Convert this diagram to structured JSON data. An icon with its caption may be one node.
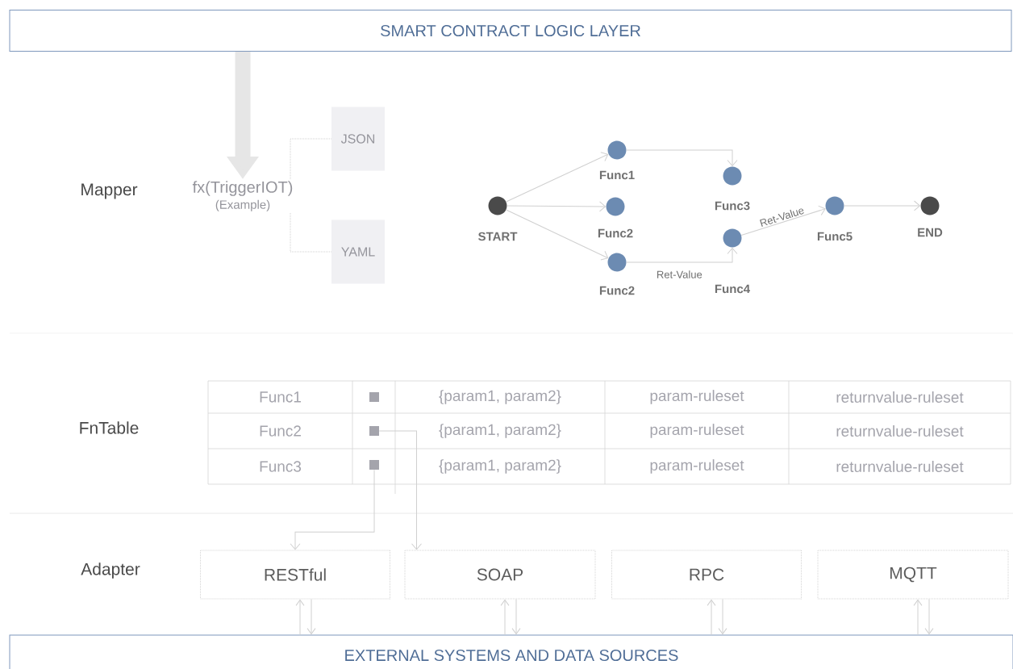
{
  "diagram": {
    "nodes": [
      {
        "text": [
          "SMART CONTRACT LOGIC LAYER"
        ]
      },
      {
        "text": [
          "fx(TriggerIOT)",
          "(Example)"
        ]
      },
      {
        "text": [
          "JSON"
        ]
      },
      {
        "text": [
          "YAML"
        ]
      },
      {
        "text": [
          "START"
        ]
      },
      {
        "text": [
          "Func1"
        ]
      },
      {
        "text": [
          "Func2"
        ]
      },
      {
        "text": [
          "Func2"
        ]
      },
      {
        "text": [
          "Func3"
        ]
      },
      {
        "text": [
          "Func4"
        ]
      },
      {
        "text": [
          "Func5"
        ]
      },
      {
        "text": [
          "END"
        ]
      },
      {
        "text": [],
        "shape": "box"
      },
      {
        "text": [],
        "shape": "box"
      },
      {
        "text": [],
        "shape": "box"
      },
      {
        "text": [
          "RESTful"
        ]
      },
      {
        "text": [
          "SOAP"
        ]
      },
      {
        "text": [
          "RPC"
        ]
      },
      {
        "text": [
          "MQTT"
        ]
      },
      {
        "text": [
          "EXTERNAL SYSTEMS AND DATA SOURCES"
        ]
      }
    ],
    "edges": [
      {
        "from": 0,
        "to": 1,
        "arrow": "to",
        "style": "thick",
        "color": "#e6e6e6"
      },
      {
        "from": 1,
        "to": 2,
        "arrow": "none",
        "style": "dashed"
      },
      {
        "from": 1,
        "to": 3,
        "arrow": "none",
        "style": "dashed"
      },
      {
        "from": 4,
        "to": 5,
        "arrow": "to"
      },
      {
        "from": 4,
        "to": 6,
        "arrow": "to"
      },
      {
        "from": 4,
        "to": 7,
        "arrow": "to"
      },
      {
        "from": 5,
        "to": 8,
        "arrow": "to"
      },
      {
        "from": 7,
        "to": 9,
        "arrow": "to",
        "label": "Ret-Value"
      },
      {
        "from": 9,
        "to": 10,
        "arrow": "to",
        "label": "Ret-Value"
      },
      {
        "from": 10,
        "to": 11,
        "arrow": "to"
      },
      {
        "from": 14,
        "to": 15,
        "arrow": "to"
      },
      {
        "from": 13,
        "to": 16,
        "arrow": "to"
      },
      {
        "from": 19,
        "to": 15,
        "arrow": "to"
      },
      {
        "from": 15,
        "to": 19,
        "arrow": "to"
      },
      {
        "from": 19,
        "to": 16,
        "arrow": "to"
      },
      {
        "from": 16,
        "to": 19,
        "arrow": "to"
      },
      {
        "from": 19,
        "to": 17,
        "arrow": "to"
      },
      {
        "from": 17,
        "to": 19,
        "arrow": "to"
      },
      {
        "from": 19,
        "to": 18,
        "arrow": "to"
      },
      {
        "from": 18,
        "to": 19,
        "arrow": "to"
      }
    ],
    "labels": [
      "Mapper",
      "FnTable",
      "Adapter",
      "Func1",
      "{param1, param2}",
      "param-ruleset",
      "returnvalue-ruleset",
      "Func2",
      "{param1, param2}",
      "param-ruleset",
      "returnvalue-ruleset",
      "Func3",
      "{param1, param2}",
      "param-ruleset",
      "returnvalue-ruleset"
    ]
  }
}
